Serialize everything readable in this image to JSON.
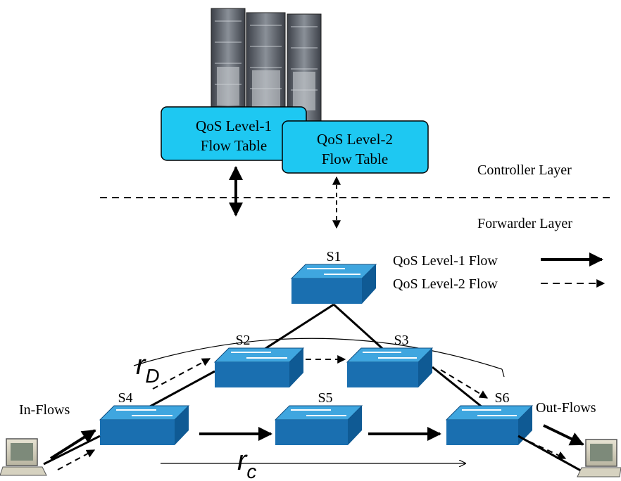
{
  "flow_tables": {
    "level1": {
      "line1": "QoS Level-1",
      "line2": "Flow Table"
    },
    "level2": {
      "line1": "QoS Level-2",
      "line2": "Flow Table"
    }
  },
  "layers": {
    "controller": "Controller Layer",
    "forwarder": "Forwarder Layer"
  },
  "legend": {
    "level1": "QoS Level-1 Flow",
    "level2": "QoS Level-2 Flow"
  },
  "switches": {
    "s1": "S1",
    "s2": "S2",
    "s3": "S3",
    "s4": "S4",
    "s5": "S5",
    "s6": "S6"
  },
  "hosts": {
    "in": "In-Flows",
    "out": "Out-Flows"
  },
  "routes": {
    "rd_main": "r",
    "rd_sub": "D",
    "rc_main": "r",
    "rc_sub": "c"
  },
  "colors": {
    "table_fill": "#1ec8f2",
    "switch_top": "#2a8fd0",
    "switch_side": "#1a6fb0"
  },
  "icons": {
    "server": "server-rack-icon",
    "switch": "network-switch-icon",
    "host": "computer-icon"
  }
}
